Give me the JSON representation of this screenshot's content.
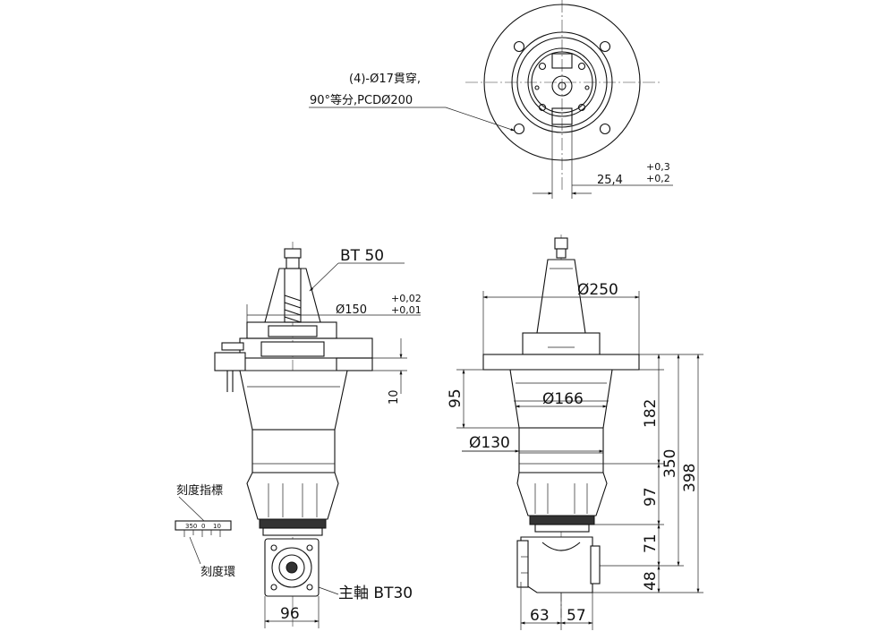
{
  "top_view": {
    "hole_callout_line1": "(4)-Ø17貫穿,",
    "hole_callout_line2": "90°等分,PCDØ200",
    "keyway_dim": "25,4",
    "keyway_tol_upper": "+0,3",
    "keyway_tol_lower": "+0,2"
  },
  "front_view": {
    "taper_label": "BT 50",
    "pilot_dim": "Ø150",
    "pilot_tol_upper": "+0,02",
    "pilot_tol_lower": "+0,01",
    "flange_dim": "10",
    "scale_pointer_label": "刻度指標",
    "scale_ring_label": "刻度環",
    "scale_marks": [
      "350",
      "0",
      "10"
    ],
    "spindle_label": "主軸 BT30",
    "width_dim": "96"
  },
  "side_view": {
    "flange_dia": "Ø250",
    "body_dia": "Ø166",
    "neck_dia": "Ø130",
    "dim_95": "95",
    "dim_182": "182",
    "dim_350": "350",
    "dim_398": "398",
    "dim_97": "97",
    "dim_71": "71",
    "dim_48": "48",
    "dim_63": "63",
    "dim_57": "57"
  }
}
